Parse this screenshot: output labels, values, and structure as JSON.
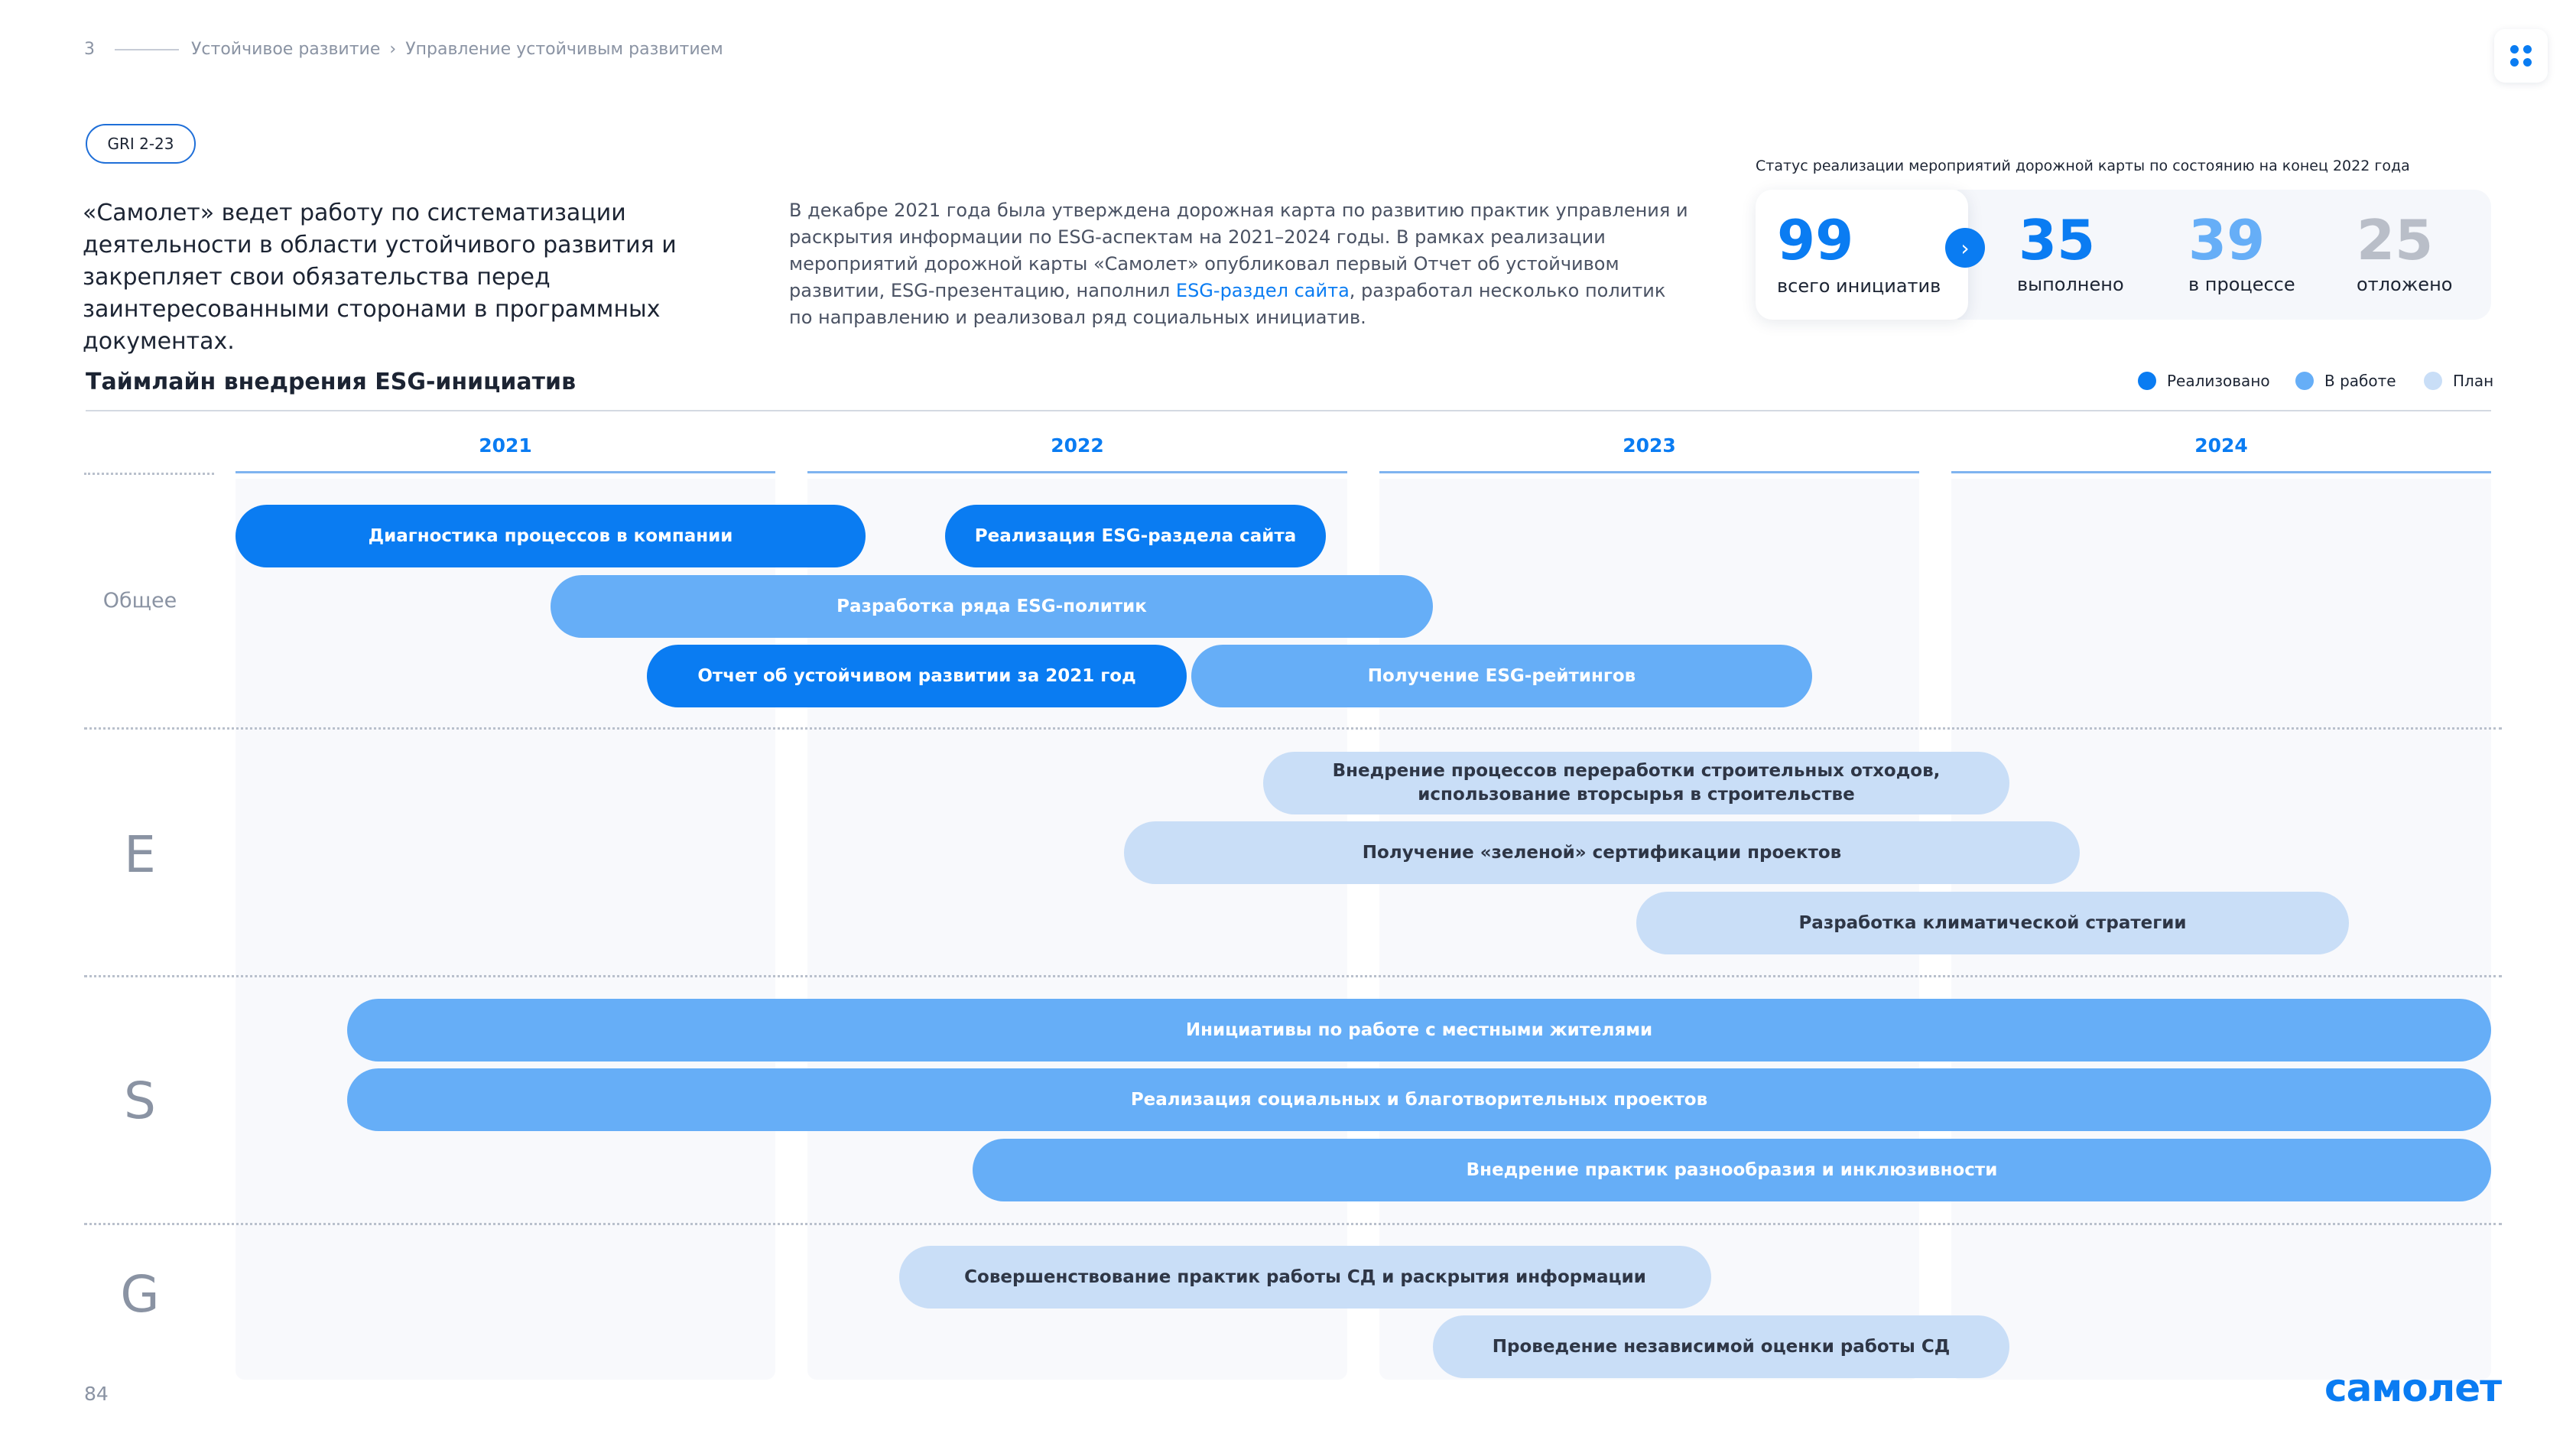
{
  "header": {
    "page_number": "3",
    "breadcrumb": [
      "Устойчивое развитие",
      "Управление устойчивым развитием"
    ],
    "sep": "›"
  },
  "gri_badge": "GRI 2-23",
  "lead_text": "«Самолет» ведет работу по систематизации деятельности в области устойчивого развития и закрепляет свои обязательства перед заинтересованными сторонами в программных документах.",
  "description": {
    "part1": "В декабре 2021 года была утверждена дорожная карта по развитию практик управления и раскрытия информации по ESG-аспектам на 2021–2024 годы. В рамках реализации мероприятий дорожной карты «Самолет» опубликовал первый Отчет об устойчивом развитии, ESG-презентацию, наполнил ",
    "link": "ESG-раздел сайта",
    "part2": ", разработал несколько политик по направлению и реализовал ряд социальных инициатив."
  },
  "status": {
    "title": "Статус реализации мероприятий дорожной карты по состоянию на конец 2022 года",
    "total": {
      "value": "99",
      "label": "всего инициатив"
    },
    "items": [
      {
        "value": "35",
        "label": "выполнено",
        "color": "#0a7cf2"
      },
      {
        "value": "39",
        "label": "в процессе",
        "color": "#66aef7"
      },
      {
        "value": "25",
        "label": "отложено",
        "color": "#b9bec8"
      }
    ]
  },
  "timeline": {
    "title": "Таймлайн внедрения ESG-инициатив",
    "legend": [
      {
        "label": "Реализовано",
        "color": "#0a7cf2"
      },
      {
        "label": "В работе",
        "color": "#66aef7"
      },
      {
        "label": "План",
        "color": "#c9def7"
      }
    ],
    "years": [
      "2021",
      "2022",
      "2023",
      "2024"
    ],
    "rows": [
      {
        "label": "Общее",
        "bars": [
          {
            "text": "Диагностика процессов в компании",
            "status": "done"
          },
          {
            "text": "Реализация ESG-раздела сайта",
            "status": "done"
          },
          {
            "text": "Разработка ряда ESG-политик",
            "status": "work"
          },
          {
            "text": "Отчет об устойчивом развитии за 2021 год",
            "status": "done"
          },
          {
            "text": "Получение ESG-рейтингов",
            "status": "work"
          }
        ]
      },
      {
        "label": "E",
        "bars": [
          {
            "text": "Внедрение процессов переработки строительных отходов,\nиспользование вторсырья в строительстве",
            "status": "plan"
          },
          {
            "text": "Получение «зеленой» сертификации проектов",
            "status": "plan"
          },
          {
            "text": "Разработка климатической стратегии",
            "status": "plan"
          }
        ]
      },
      {
        "label": "S",
        "bars": [
          {
            "text": "Инициативы по работе с местными жителями",
            "status": "work"
          },
          {
            "text": "Реализация социальных и благотворительных проектов",
            "status": "work"
          },
          {
            "text": "Внедрение практик разнообразия и инклюзивности",
            "status": "work"
          }
        ]
      },
      {
        "label": "G",
        "bars": [
          {
            "text": "Совершенствование практик работы СД и раскрытия информации",
            "status": "plan"
          },
          {
            "text": "Проведение независимой оценки работы СД",
            "status": "plan"
          }
        ]
      }
    ]
  },
  "footer": {
    "page": "84",
    "logo": "самолет"
  }
}
